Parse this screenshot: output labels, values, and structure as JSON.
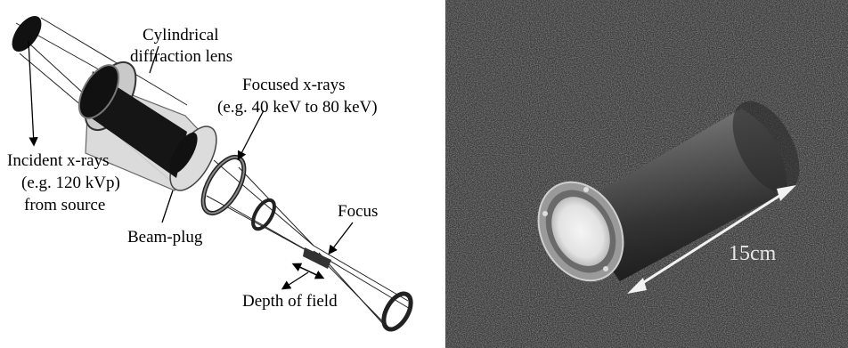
{
  "diagram": {
    "labels": {
      "lens_line1": "Cylindrical",
      "lens_line2": "diffraction lens",
      "focused_line1": "Focused x-rays",
      "focused_line2": "(e.g. 40 keV to 80 keV)",
      "incident_line1": "Incident x-rays",
      "incident_line2": "(e.g. 120 kVp)",
      "incident_line3": "from source",
      "beam_plug": "Beam-plug",
      "focus": "Focus",
      "depth_of_field": "Depth of field"
    }
  },
  "photo": {
    "scale_label": "15cm"
  }
}
